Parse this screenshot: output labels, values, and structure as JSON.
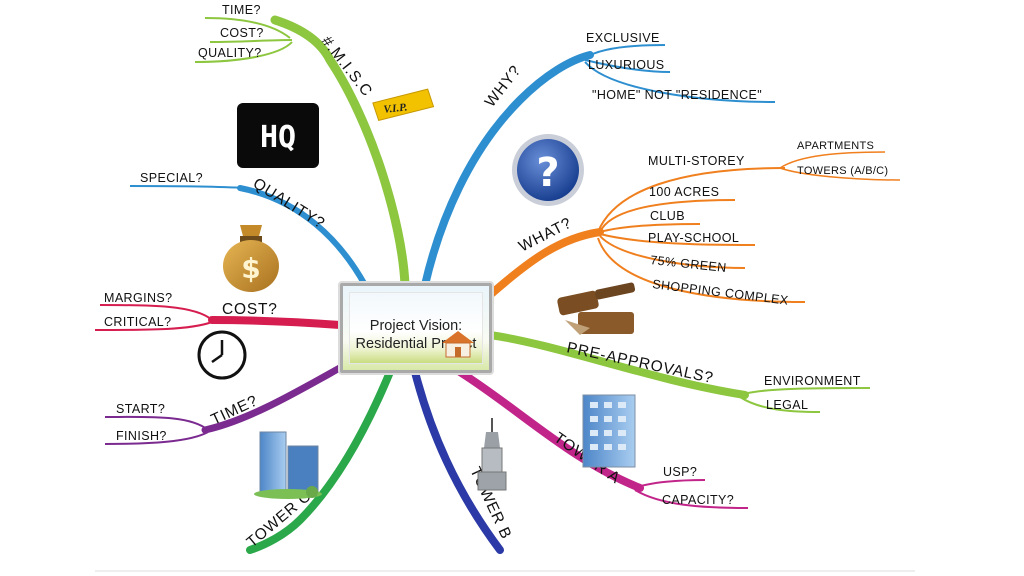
{
  "center": {
    "line1": "Project Vision:",
    "line2": "Residential Project"
  },
  "branches": {
    "misc": {
      "label": "#.M.I.S.C",
      "children": [
        "TIME?",
        "COST?",
        "QUALITY?"
      ],
      "badge": "V.I.P.",
      "color": "#8dc63f"
    },
    "why": {
      "label": "WHY?",
      "children": [
        "EXCLUSIVE",
        "LUXURIOUS",
        "\"HOME\" NOT \"RESIDENCE\""
      ],
      "color": "#2e8fd0"
    },
    "quality": {
      "label": "QUALITY?",
      "children": [
        "SPECIAL?"
      ],
      "color": "#2e8fd0"
    },
    "what": {
      "label": "WHAT?",
      "children": [
        "MULTI-STOREY",
        "100 ACRES",
        "CLUB",
        "PLAY-SCHOOL",
        "75% GREEN",
        "SHOPPING COMPLEX"
      ],
      "grandchildren": [
        "APARTMENTS",
        "TOWERS (A/B/C)"
      ],
      "color": "#f07f1e"
    },
    "cost": {
      "label": "COST?",
      "children": [
        "MARGINS?",
        "CRITICAL?"
      ],
      "color": "#d61d4f"
    },
    "preapprovals": {
      "label": "PRE-APPROVALS?",
      "children": [
        "ENVIRONMENT",
        "LEGAL"
      ],
      "color": "#8dc63f"
    },
    "time": {
      "label": "TIME?",
      "children": [
        "START?",
        "FINISH?"
      ],
      "color": "#7b2a90"
    },
    "towera": {
      "label": "TOWER A",
      "children": [
        "USP?",
        "CAPACITY?"
      ],
      "color": "#c2258a"
    },
    "towerb": {
      "label": "TOWER B",
      "color": "#2b3aa6"
    },
    "towerc": {
      "label": "TOWER C",
      "color": "#2aa84a"
    }
  },
  "icons": {
    "hq": "HQ",
    "question": "?"
  }
}
